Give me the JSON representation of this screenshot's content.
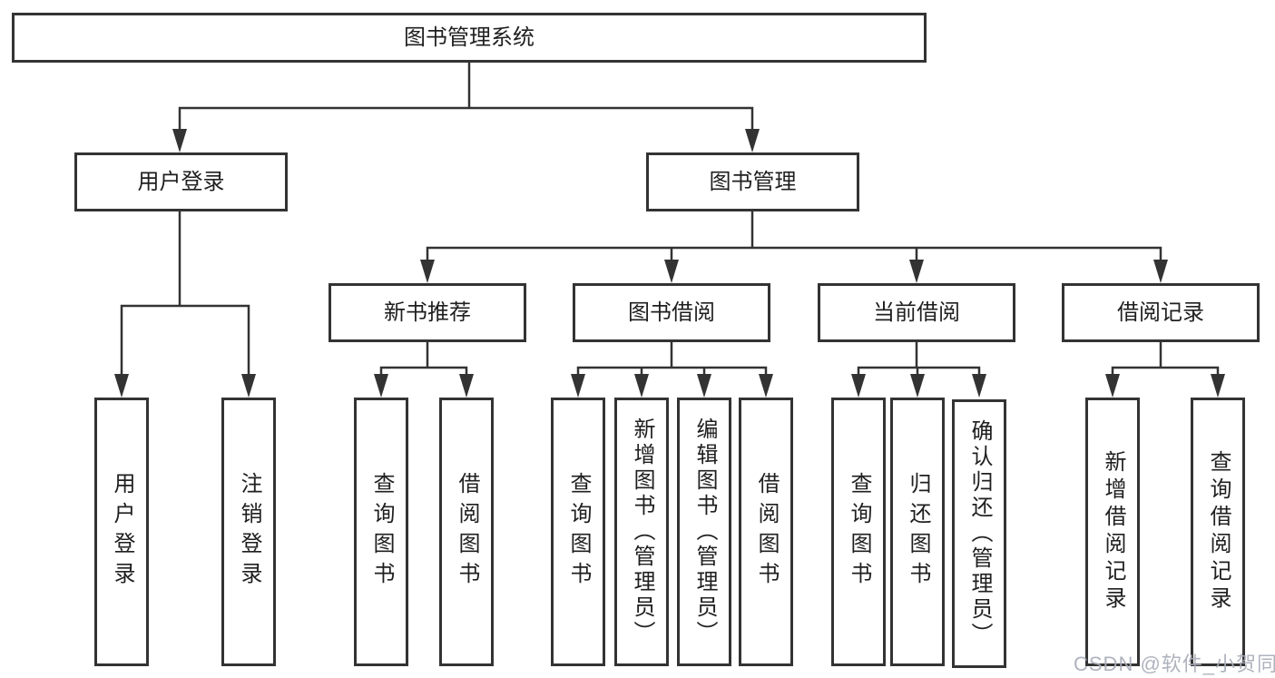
{
  "tree": {
    "root": {
      "label": "图书管理系统",
      "children": [
        {
          "label": "用户登录",
          "children": [
            {
              "label": "用户登录"
            },
            {
              "label": "注销登录"
            }
          ]
        },
        {
          "label": "图书管理",
          "children": [
            {
              "label": "新书推荐",
              "children": [
                {
                  "label": "查询图书"
                },
                {
                  "label": "借阅图书"
                }
              ]
            },
            {
              "label": "图书借阅",
              "children": [
                {
                  "label": "查询图书"
                },
                {
                  "label": "新增图书（管理员）"
                },
                {
                  "label": "编辑图书（管理员）"
                },
                {
                  "label": "借阅图书"
                }
              ]
            },
            {
              "label": "当前借阅",
              "children": [
                {
                  "label": "查询图书"
                },
                {
                  "label": "归还图书"
                },
                {
                  "label": "确认归还（管理员）"
                }
              ]
            },
            {
              "label": "借阅记录",
              "children": [
                {
                  "label": "新增借阅记录"
                },
                {
                  "label": "查询借阅记录"
                }
              ]
            }
          ]
        }
      ]
    }
  },
  "watermark": {
    "text": "CSDN @软件_小贺同学"
  },
  "colors": {
    "background": "#ffffff",
    "box_fill": "#ffffff",
    "box_border": "#333333",
    "line": "#333333",
    "text": "#1f1f1f",
    "watermark": "#a8adb8"
  }
}
